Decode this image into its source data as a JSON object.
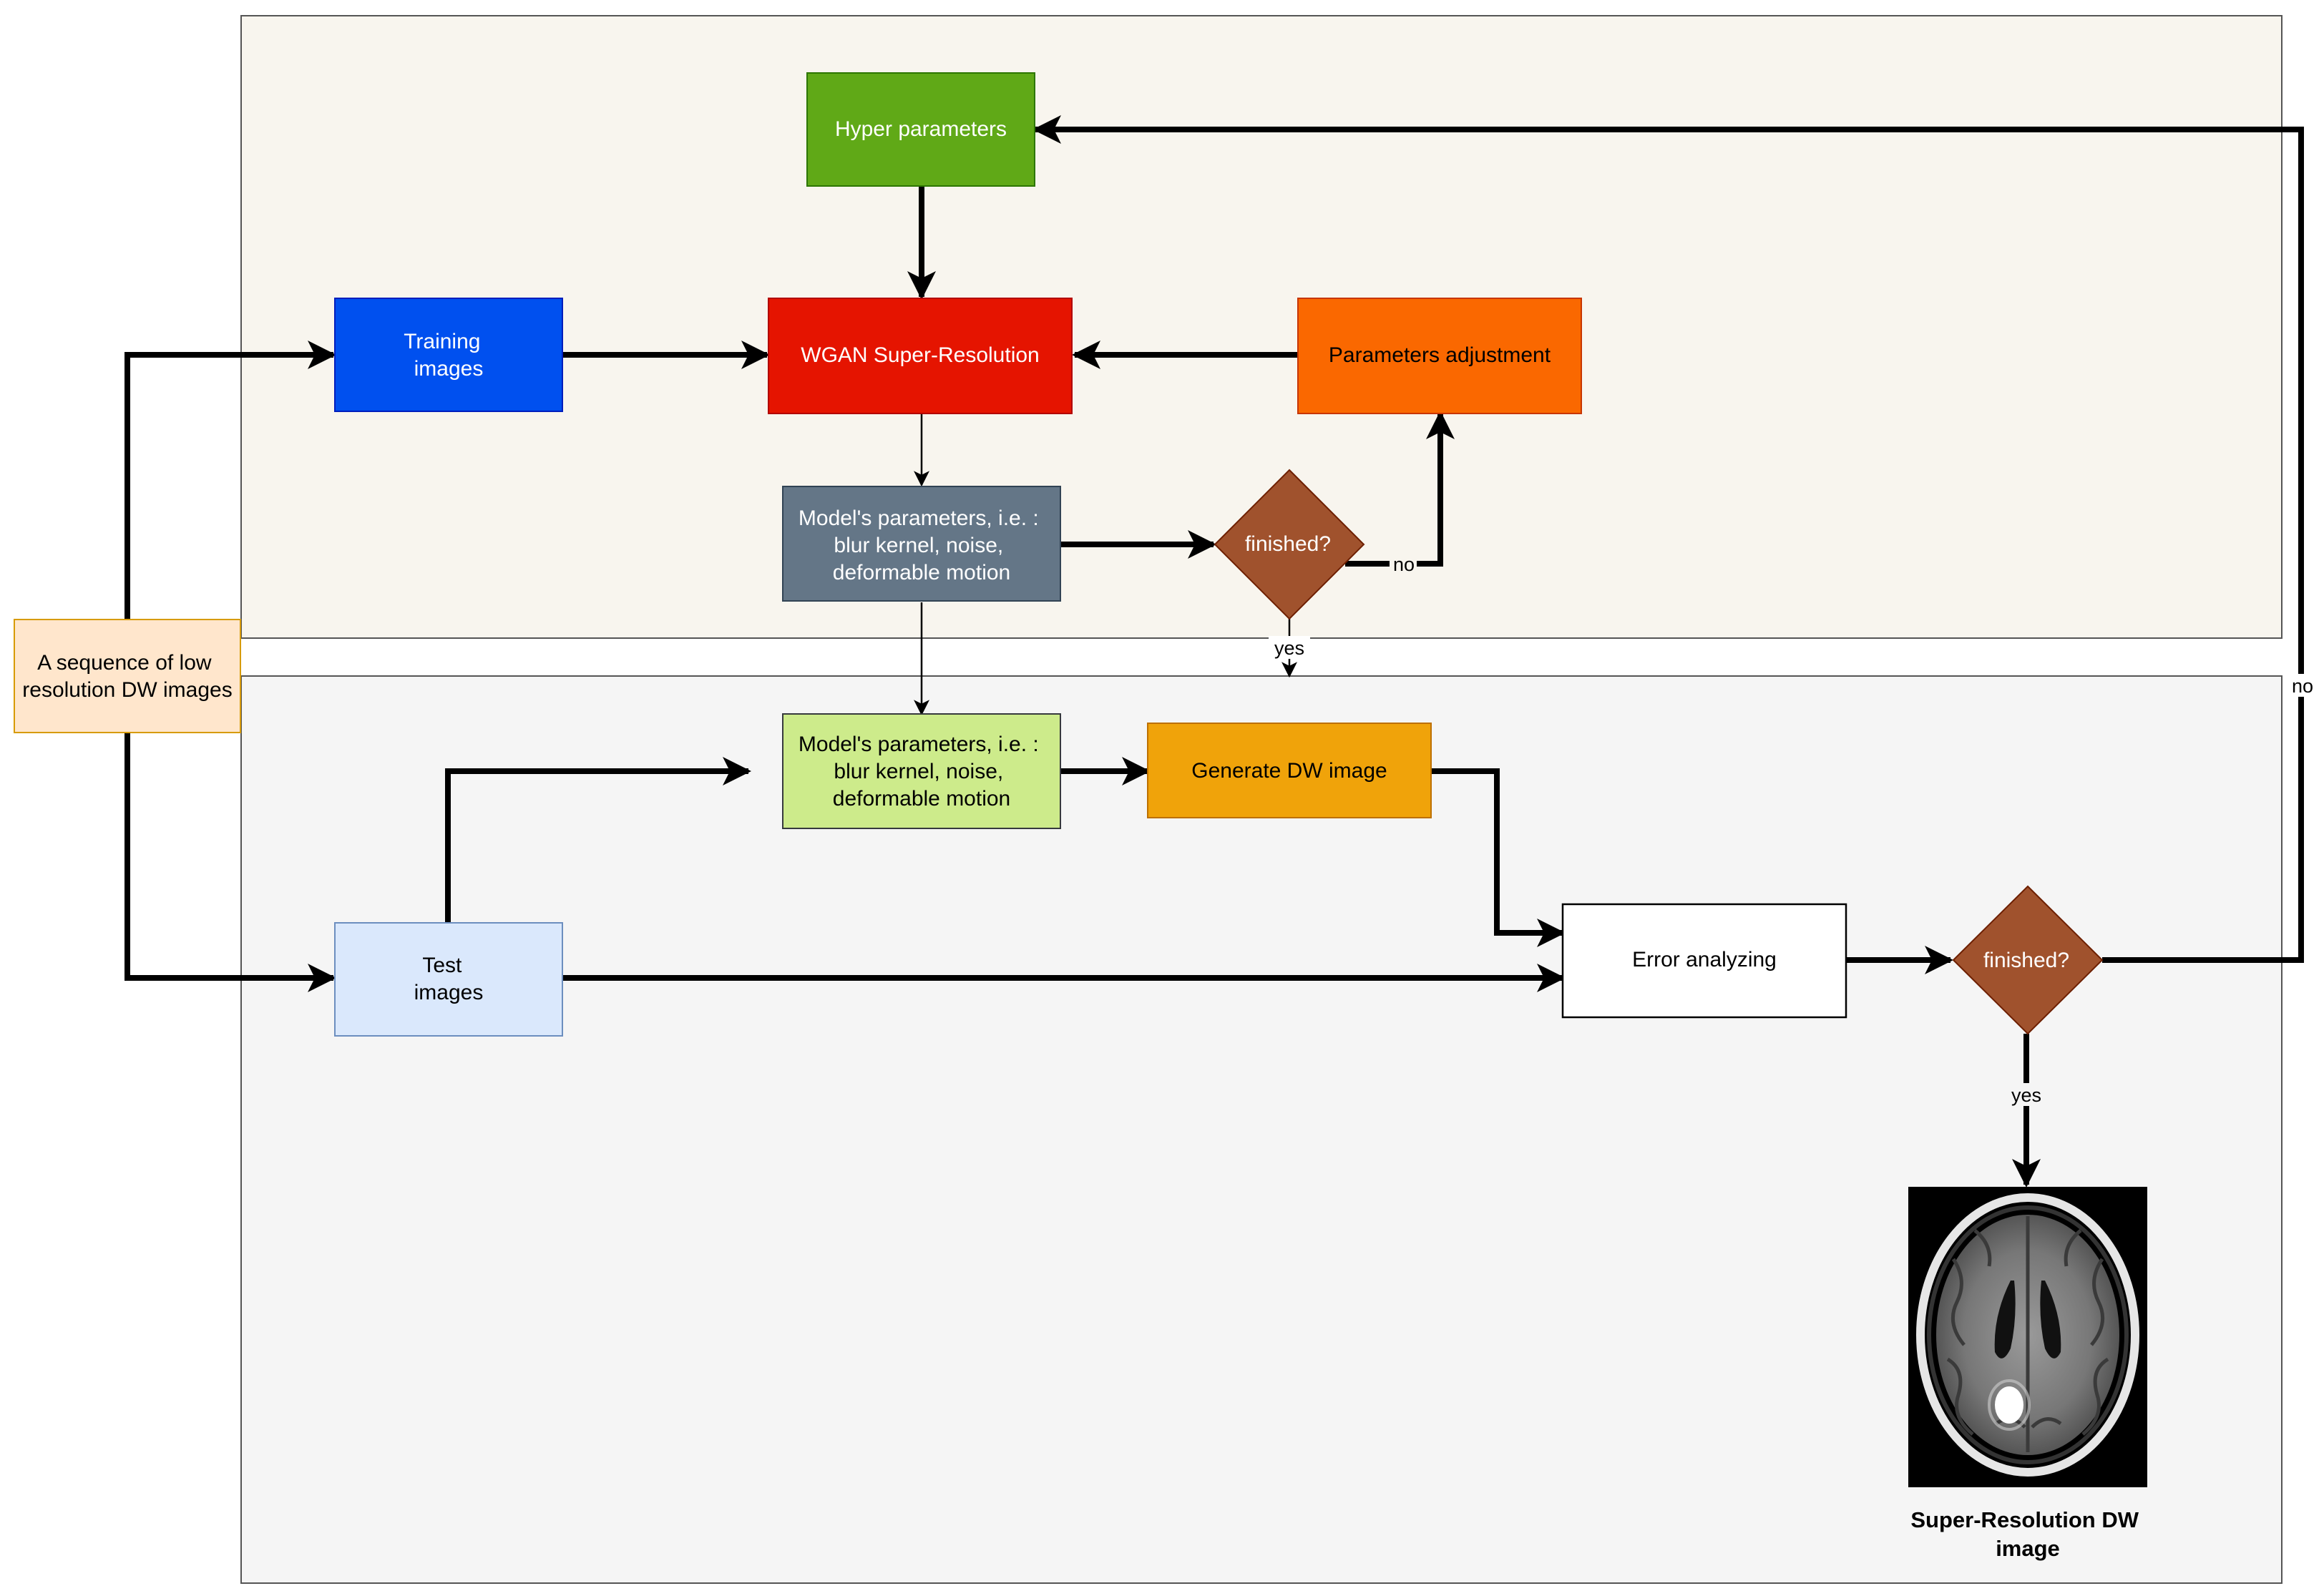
{
  "boxes": {
    "input_sequence": [
      "A sequence of low",
      "resolution DW images"
    ],
    "hyper_parameters": [
      "Hyper parameters"
    ],
    "training_images": [
      "Training",
      "images"
    ],
    "wgan": [
      "WGAN Super-Resolution"
    ],
    "parameters_adjustment": [
      "Parameters adjustment"
    ],
    "model_params_top": [
      "Model's parameters, i.e. :",
      "blur kernel, noise,",
      "deformable motion"
    ],
    "finished_top": [
      "finished?"
    ],
    "model_params_bottom": [
      "Model's parameters, i.e. :",
      "blur kernel, noise,",
      "deformable motion"
    ],
    "generate_dw": [
      "Generate DW image"
    ],
    "test_images": [
      "Test",
      "images"
    ],
    "error_analyzing": [
      "Error analyzing"
    ],
    "finished_bottom": [
      "finished?"
    ],
    "output_caption": [
      "Super-Resolution DW",
      "image"
    ]
  },
  "edge_labels": {
    "no_top": "no",
    "yes_top": "yes",
    "no_right": "no",
    "yes_bottom": "yes"
  },
  "colors": {
    "training_panel": "#f8f5ee",
    "testing_panel": "#f5f5f5",
    "hyper": "#60a917",
    "training": "#0050ef",
    "wgan": "#e51400",
    "adjust": "#fa6800",
    "model_top": "#647687",
    "diamond": "#a0522d",
    "model_bottom": "#cdeb8b",
    "generate": "#f0a30a",
    "test": "#dae8fc",
    "input": "#ffe6cc"
  },
  "icons": {
    "output_image": "brain-mri-icon"
  }
}
